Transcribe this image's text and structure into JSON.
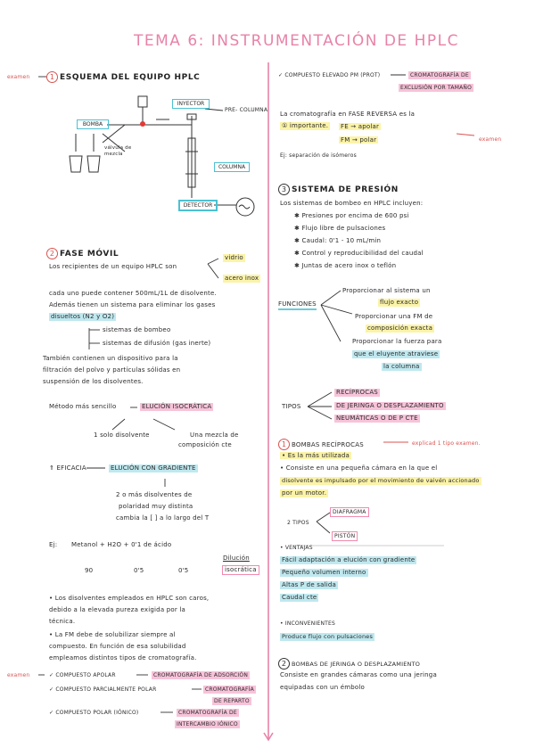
{
  "title": "TEMA 6: INSTRUMENTACIÓN DE HPLC",
  "left": {
    "examen_1": "examen",
    "s1_num": "1",
    "s1_title": "ESQUEMA DEL EQUIPO HPLC",
    "diagram": {
      "inyector": "INYECTOR",
      "precolumna": "PRE- COLUMNA",
      "bomba": "BOMBA",
      "valvula": "válvula de mezcla",
      "columna": "COLUMNA",
      "detector": "DETECTOR"
    },
    "s2_num": "2",
    "s2_title": "FASE MÓVIL",
    "l1": "Los recipientes de un equipo HPLC son",
    "vidrio": "vidrio",
    "acero": "acero inox",
    "l2": "cada uno puede contener 500mL/1L de disolvente.",
    "l3": "Además tienen un sistema para eliminar los gases",
    "l4": "disueltos (N2 y O2)",
    "sub1": "sistemas de bombeo",
    "sub2": "sistemas de difusión (gas inerte)",
    "l5": "También contienen un dispositivo para la",
    "l6": "filtración del polvo y partículas sólidas en",
    "l7": "suspensión de los disolventes.",
    "metodo": "Método más sencillo",
    "elucion_iso": "ELUCIÓN ISOCRÁTICA",
    "un_solo": "1 solo disolvente",
    "mezcla1": "Una mezcla de",
    "mezcla2": "composición cte",
    "eficacia": "⇑ EFICACIA",
    "elucion_grad": "ELUCIÓN CON GRADIENTE",
    "g1": "2 o más disolventes de",
    "g2": "polaridad muy distinta",
    "g3": "cambia la [ ] a lo largo del T",
    "ej_label": "Ej:",
    "ej_line": "Metanol + H2O + 0'1 de ácido",
    "dilucion": "Dilución",
    "isocratica": "isocrática",
    "ej_90": "90",
    "ej_05a": "0'5",
    "ej_05b": "0'5",
    "p1": "• Los disolventes empleados en HPLC son caros,",
    "p2": "debido a la elevada pureza exigida por la",
    "p3": "técnica.",
    "p4": "• La FM debe de solubilizar siempre al",
    "p5": "compuesto. En función de esa solubilidad",
    "p6": "empleamos distintos tipos de cromatografía.",
    "examen_2": "examen",
    "c1a": "✓ COMPUESTO APOLAR",
    "c1b": "CROMATOGRAFÍA DE ADSORCIÓN",
    "c2a": "✓ COMPUESTO PARCIALMENTE POLAR",
    "c2b": "CROMATOGRAFÍA",
    "c2c": "DE REPARTO",
    "c3a": "✓ COMPUESTO POLAR (IÓNICO)",
    "c3b": "CROMATOGRAFÍA DE",
    "c3c": "INTERCAMBIO IÓNICO"
  },
  "right": {
    "r1a": "✓ COMPUESTO ELEVADO PM (PROT)",
    "r1b": "CROMATOGRAFÍA DE",
    "r1c": "EXCLUSIÓN POR TAMAÑO",
    "r2": "La cromatografía en FASE REVERSA es la",
    "r3": "① importante.",
    "fe": "FE → apolar",
    "fm": "FM → polar",
    "examen_3": "examen",
    "ej2": "Ej: separación de isómeros",
    "s3_num": "3",
    "s3_title": "SISTEMA DE PRESIÓN",
    "r4": "Los sistemas de bombeo en HPLC incluyen:",
    "b1": "✱ Presiones por encima de 600 psi",
    "b2": "✱ Flujo libre de pulsaciones",
    "b3": "✱ Caudal: 0'1 - 10 mL/min",
    "b4": "✱ Control y reproducibilidad del caudal",
    "b5": "✱ Juntas de acero inox o teflón",
    "funciones": "FUNCIONES",
    "f1a": "Proporcionar al sistema un",
    "f1b": "flujo exacto",
    "f2a": "Proporcionar una FM de",
    "f2b": "composición exacta",
    "f3a": "Proporcionar la fuerza para",
    "f3b": "que el eluyente atraviese",
    "f3c": "la columna",
    "tipos": "TIPOS",
    "t1": "RECÍPROCAS",
    "t2": "DE JERINGA O DESPLAZAMIENTO",
    "t3": "NEUMÁTICAS O DE P CTE",
    "br_num": "1",
    "br_title": "BOMBAS RECÍPROCAS",
    "br_exam": "explicad 1 tipo examen.",
    "br1": "• Es la más utilizada",
    "br2": "• Consiste en una pequeña cámara en la que el",
    "br3": "disolvente es impulsado por el movimiento de vaivén accionado",
    "br4": "por un motor.",
    "diafragma": "DIAFRAGMA",
    "dos_tipos": "2 TIPOS",
    "piston": "PISTÓN",
    "ventajas": "• VENTAJAS",
    "v1": "Fácil adaptación a elución con gradiente",
    "v2": "Pequeño volumen interno",
    "v3": "Altas P de salida",
    "v4": "Caudal cte",
    "inconv": "• INCONVENIENTES",
    "i1": "Produce flujo con pulsaciones",
    "bj_num": "2",
    "bj_title": "BOMBAS DE JERINGA O DESPLAZAMIENTO",
    "bj1": "Consiste en grandes cámaras como una jeringa",
    "bj2": "equipadas con un émbolo"
  }
}
